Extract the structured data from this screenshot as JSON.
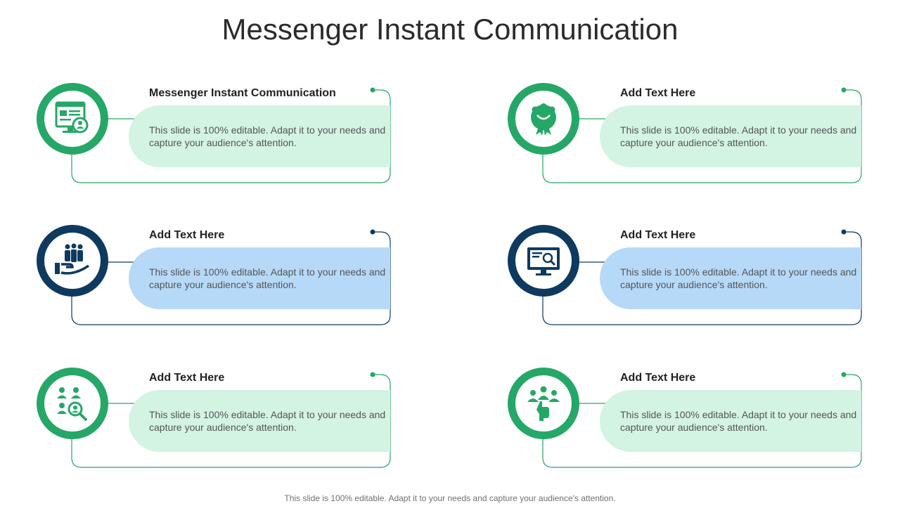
{
  "title": "Messenger Instant Communication",
  "footer": "This slide is 100% editable. Adapt it to your needs and capture your audience's attention.",
  "colors": {
    "green": "#25a768",
    "green_fill": "#d3f3e3",
    "navy": "#0e3a5f",
    "blue_fill": "#b6d9f8"
  },
  "cards": [
    {
      "heading": "Messenger Instant Communication",
      "text": "This slide is 100% editable.  Adapt it to your needs and capture your audience's attention.",
      "theme": "green",
      "icon": "website-user-icon"
    },
    {
      "heading": "Add  Text Here",
      "text": "This slide is 100% editable.  Adapt it to your needs and capture your audience's attention.",
      "theme": "green",
      "icon": "team-award-icon"
    },
    {
      "heading": "Add  Text Here",
      "text": "This slide is 100% editable.  Adapt it to your needs and capture your audience's attention.",
      "theme": "navy",
      "icon": "team-hand-icon"
    },
    {
      "heading": "Add  Text Here",
      "text": "This slide is 100% editable.  Adapt it to your needs and capture your audience's attention.",
      "theme": "navy",
      "icon": "monitor-analytics-icon"
    },
    {
      "heading": "Add  Text Here",
      "text": "This slide is 100% editable.  Adapt it to your needs and capture your audience's attention.",
      "theme": "green",
      "icon": "people-search-icon"
    },
    {
      "heading": "Add  Text Here",
      "text": "This slide is 100% editable.  Adapt it to your needs and capture your audience's attention.",
      "theme": "green",
      "icon": "team-selection-icon"
    }
  ]
}
